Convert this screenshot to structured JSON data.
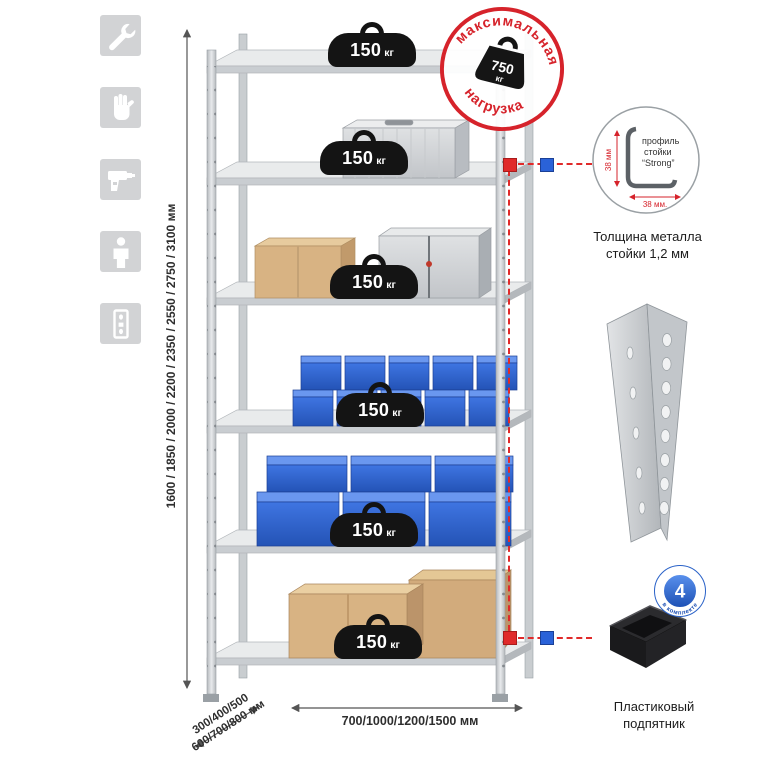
{
  "colors": {
    "accent_red": "#d6232b",
    "accent_blue": "#2a62d8",
    "bin_blue": "#2f62c8",
    "icon_gray": "#d2d3d5",
    "metal_gray": "#dcdfe2"
  },
  "features": {
    "icons": [
      {
        "name": "wrench"
      },
      {
        "name": "work-gloves"
      },
      {
        "name": "drill"
      },
      {
        "name": "person"
      },
      {
        "name": "perforated-post"
      }
    ]
  },
  "height_dimension": {
    "label": "1600 / 1850 / 2000 / 2200 / 2350 / 2550 / 2750 / 3100 мм"
  },
  "shelves": [
    {
      "load_value": "150",
      "load_unit": "кг"
    },
    {
      "load_value": "150",
      "load_unit": "кг"
    },
    {
      "load_value": "150",
      "load_unit": "кг"
    },
    {
      "load_value": "150",
      "load_unit": "кг"
    },
    {
      "load_value": "150",
      "load_unit": "кг"
    },
    {
      "load_value": "150",
      "load_unit": "кг"
    }
  ],
  "stamp": {
    "arc_top": "максимальная",
    "arc_bottom": "нагрузка",
    "value": "750",
    "unit": "кг"
  },
  "profile": {
    "title_lines": [
      "профиль",
      "стойки",
      "“Strong”"
    ],
    "dim_vertical": "38 мм",
    "dim_horizontal": "38 мм.",
    "caption": [
      "Толщина металла",
      "стойки 1,2 мм"
    ]
  },
  "kit": {
    "count": "4",
    "label": "в комплекте"
  },
  "foot": {
    "caption": [
      "Пластиковый",
      "подпятник"
    ]
  },
  "base_dimensions": {
    "depth_line1": "300/400/500",
    "depth_line2": "600/700/800 мм",
    "width": "700/1000/1200/1500 мм"
  }
}
